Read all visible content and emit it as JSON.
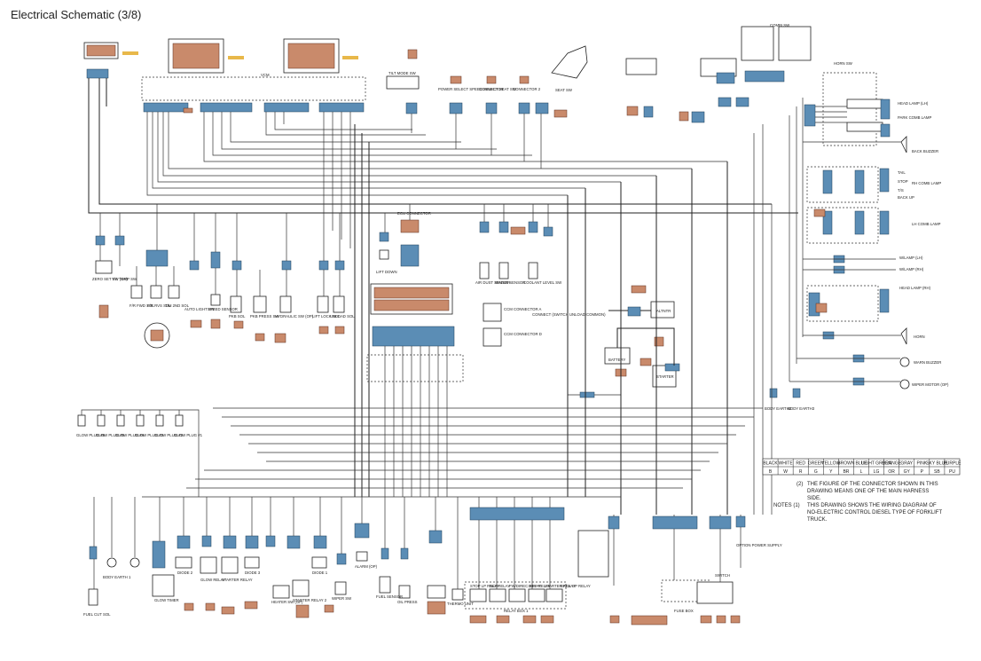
{
  "title": "Electrical Schematic (3/8)",
  "notes": {
    "note1_prefix": "NOTES (1)",
    "note1": "THIS DRAWING SHOWS THE WIRING DIAGRAM OF",
    "note1_l2": "NO-ELECTRIC CONTROL DIESEL TYPE OF FORKLIFT",
    "note1_l3": "TRUCK.",
    "note2_prefix": "(2)",
    "note2": "THE FIGURE OF THE CONNECTOR SHOWN IN THIS",
    "note2_l2": "DRAWING MEANS ONE OF THE MAIN HARNESS",
    "note2_l3": "SIDE."
  },
  "color_table": {
    "names": [
      "BLACK",
      "WHITE",
      "RED",
      "GREEN",
      "YELLOW",
      "BROWN",
      "BLUE",
      "LIGHT GREEN",
      "ORANGE",
      "GRAY",
      "PINK",
      "SKY BLUE",
      "PURPLE"
    ],
    "codes": [
      "B",
      "W",
      "R",
      "G",
      "Y",
      "BR",
      "L",
      "LG",
      "OR",
      "GY",
      "P",
      "SB",
      "PU"
    ]
  },
  "top_components": [
    {
      "id": "ecm",
      "label": "VCM"
    },
    {
      "id": "tilt_mode",
      "label": "TILT MODE SW"
    },
    {
      "id": "power_select",
      "label": "POWER SELECT SPEED SELECT SEAT SW"
    },
    {
      "id": "connector1",
      "label": "CONNECTOR"
    },
    {
      "id": "connector2",
      "label": "CONNECTOR 2"
    },
    {
      "id": "seat_sw",
      "label": "SEAT SW"
    },
    {
      "id": "combi_sw",
      "label": "COMBI SW"
    },
    {
      "id": "horn_sw",
      "label": "HORN SW"
    },
    {
      "id": "head_lamp_r",
      "label": "HEAD LAMP (LH)"
    },
    {
      "id": "park_comb_lamp",
      "label": "PARK COMB LAMP"
    },
    {
      "id": "back_buzzer",
      "label": "BACK BUZZER"
    },
    {
      "id": "rh_comb_lamp",
      "label": "RH COMB LAMP"
    },
    {
      "id": "lh_comb_lamp",
      "label": "LH COMB LAMP"
    },
    {
      "id": "wlamp_lh",
      "label": "W/LAMP (LH)"
    },
    {
      "id": "wlamp_rh",
      "label": "W/LAMP (RH)"
    },
    {
      "id": "head_lamp",
      "label": "HEAD LAMP (RH)"
    },
    {
      "id": "horn",
      "label": "HORN"
    },
    {
      "id": "warn_buzzer",
      "label": "WARN BUZZER"
    },
    {
      "id": "wiper_motor",
      "label": "WIPER MOTOR (OP)"
    },
    {
      "id": "back_up",
      "label": "BACK UP"
    },
    {
      "id": "tail",
      "label": "TAIL"
    },
    {
      "id": "stop",
      "label": "STOP"
    },
    {
      "id": "turn",
      "label": "T/S"
    }
  ],
  "mid_components": [
    {
      "id": "zero_set_sw",
      "label": "ZERO SET SW (OP)"
    },
    {
      "id": "tc_temp_sw",
      "label": "T/C TEMP SW"
    },
    {
      "id": "fwd_sol",
      "label": "F/R FWD SOL"
    },
    {
      "id": "rvs_sol",
      "label": "F/R RVS SOL"
    },
    {
      "id": "2nd_sol",
      "label": "T/M 2ND SOL"
    },
    {
      "id": "auto_light_sw",
      "label": "AUTO LIGHT SW"
    },
    {
      "id": "speed_sensor",
      "label": "SPEED SENSOR"
    },
    {
      "id": "pkb_sol",
      "label": "PKB SOL"
    },
    {
      "id": "pkb_press_sw",
      "label": "PKB PRESS SW"
    },
    {
      "id": "hydraulic_sw",
      "label": "HYDRAULIC SW (OP)"
    },
    {
      "id": "lift_lock_sol",
      "label": "LIFT LOCK SOL"
    },
    {
      "id": "unload_sol",
      "label": "UNLOAD SOL"
    },
    {
      "id": "lift_down",
      "label": "LIFT DOWN"
    },
    {
      "id": "ecu_connector",
      "label": "ECU CONNECTOR"
    },
    {
      "id": "air_dust_sensor",
      "label": "AIR DUST SENSOR"
    },
    {
      "id": "water_sensor",
      "label": "WATER SENSOR"
    },
    {
      "id": "coolant_level_sw",
      "label": "COOLANT LEVEL SW"
    },
    {
      "id": "ccm_connector_a",
      "label": "CCM CONNECTOR A"
    },
    {
      "id": "ccm_connector_d",
      "label": "CCM CONNECTOR D"
    },
    {
      "id": "connect",
      "label": "CONNECT (SWITCH UNLOAD COMMON)"
    },
    {
      "id": "battery",
      "label": "BATTERY"
    },
    {
      "id": "alternator",
      "label": "ALTNTR"
    },
    {
      "id": "starter",
      "label": "STARTER"
    },
    {
      "id": "body_earth_2",
      "label": "BODY EARTH2"
    },
    {
      "id": "body_earth_3",
      "label": "BODY EARTH3"
    }
  ],
  "glow_plugs": [
    "GLOW PLUG #6",
    "GLOW PLUG #5",
    "GLOW PLUG #4",
    "GLOW PLUG #3",
    "GLOW PLUG #2",
    "GLOW PLUG #1"
  ],
  "bottom_components": [
    {
      "id": "fuel_cut_sol",
      "label": "FUEL CUT SOL"
    },
    {
      "id": "body_earth_1",
      "label": "BODY EARTH 1"
    },
    {
      "id": "glow_timer",
      "label": "GLOW TIMER"
    },
    {
      "id": "diode2",
      "label": "DIODE 2"
    },
    {
      "id": "glow_relay",
      "label": "GLOW RELAY"
    },
    {
      "id": "starter_relay",
      "label": "STARTER RELAY"
    },
    {
      "id": "diode3",
      "label": "DIODE 3"
    },
    {
      "id": "heater_sw",
      "label": "HEATER SW (OP)"
    },
    {
      "id": "starter_relay_2",
      "label": "STARTER RELAY 2"
    },
    {
      "id": "diode1",
      "label": "DIODE 1"
    },
    {
      "id": "wiper_sw",
      "label": "WIPER SW"
    },
    {
      "id": "alarm",
      "label": "ALARM (OP)"
    },
    {
      "id": "fuel_sensor",
      "label": "FUEL SENSOR"
    },
    {
      "id": "oil_press",
      "label": "OIL PRESS"
    },
    {
      "id": "thermo_unit",
      "label": "THERMO UNIT"
    },
    {
      "id": "relay_box",
      "label": "RELAY BOX 1"
    },
    {
      "id": "fuse_box",
      "label": "FUSE BOX"
    },
    {
      "id": "switch",
      "label": "SWITCH"
    },
    {
      "id": "option_power",
      "label": "OPTION POWER SUPPLY"
    }
  ],
  "relays": [
    "STOP LP RELAY",
    "W/S RELAY",
    "FW/DIREC RELAY",
    "DIFF RELAY",
    "STARTER RELAY",
    "BACK UP RELAY"
  ],
  "colors": {
    "connector_blue": "#5b8db5",
    "connector_red": "#c98a6b",
    "wire": "#222222",
    "badge": "#e8b84a"
  }
}
